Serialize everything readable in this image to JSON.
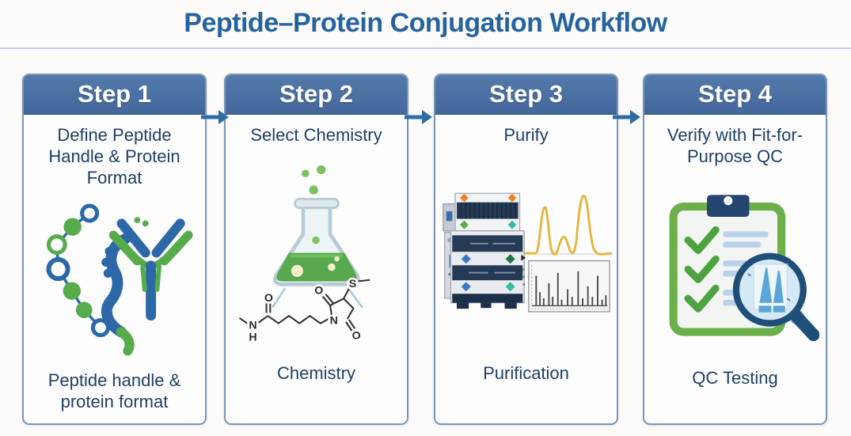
{
  "title": "Peptide–Protein Conjugation Workflow",
  "steps": [
    {
      "label": "Step 1",
      "subtitle": "Define Peptide Handle & Protein Format",
      "caption": "Peptide handle & protein format",
      "icon": "peptide-chain, protein-squiggle, antibody"
    },
    {
      "label": "Step 2",
      "subtitle": "Select Chemistry",
      "caption": "Chemistry",
      "icon": "flask with green liquid, linker-maleimide chemical structure"
    },
    {
      "label": "Step 3",
      "subtitle": "Purify",
      "caption": "Purification",
      "icon": "HPLC instrument stack, amber chromatogram with three peaks, small mass-spectrum panel"
    },
    {
      "label": "Step 4",
      "subtitle": "Verify with Fit-for-Purpose QC",
      "caption": "QC Testing",
      "icon": "green clipboard checklist with magnifying glass over chromatogram peaks"
    }
  ],
  "chem_labels": {
    "o_amide": "O",
    "n_amide": "N",
    "h_amide": "H",
    "n_ring": "N",
    "o_ring_top": "O",
    "o_ring_bottom": "O",
    "s_thioether": "S"
  },
  "colors": {
    "title_blue": "#26639e",
    "header_blue": "#4a70a6",
    "arrow_blue": "#2e6da4",
    "text_navy": "#1f3f66",
    "green": "#56ab4a",
    "bead_blue": "#2c68a8",
    "chromatogram_amber": "#e8b33c",
    "clip_navy": "#24466e"
  }
}
